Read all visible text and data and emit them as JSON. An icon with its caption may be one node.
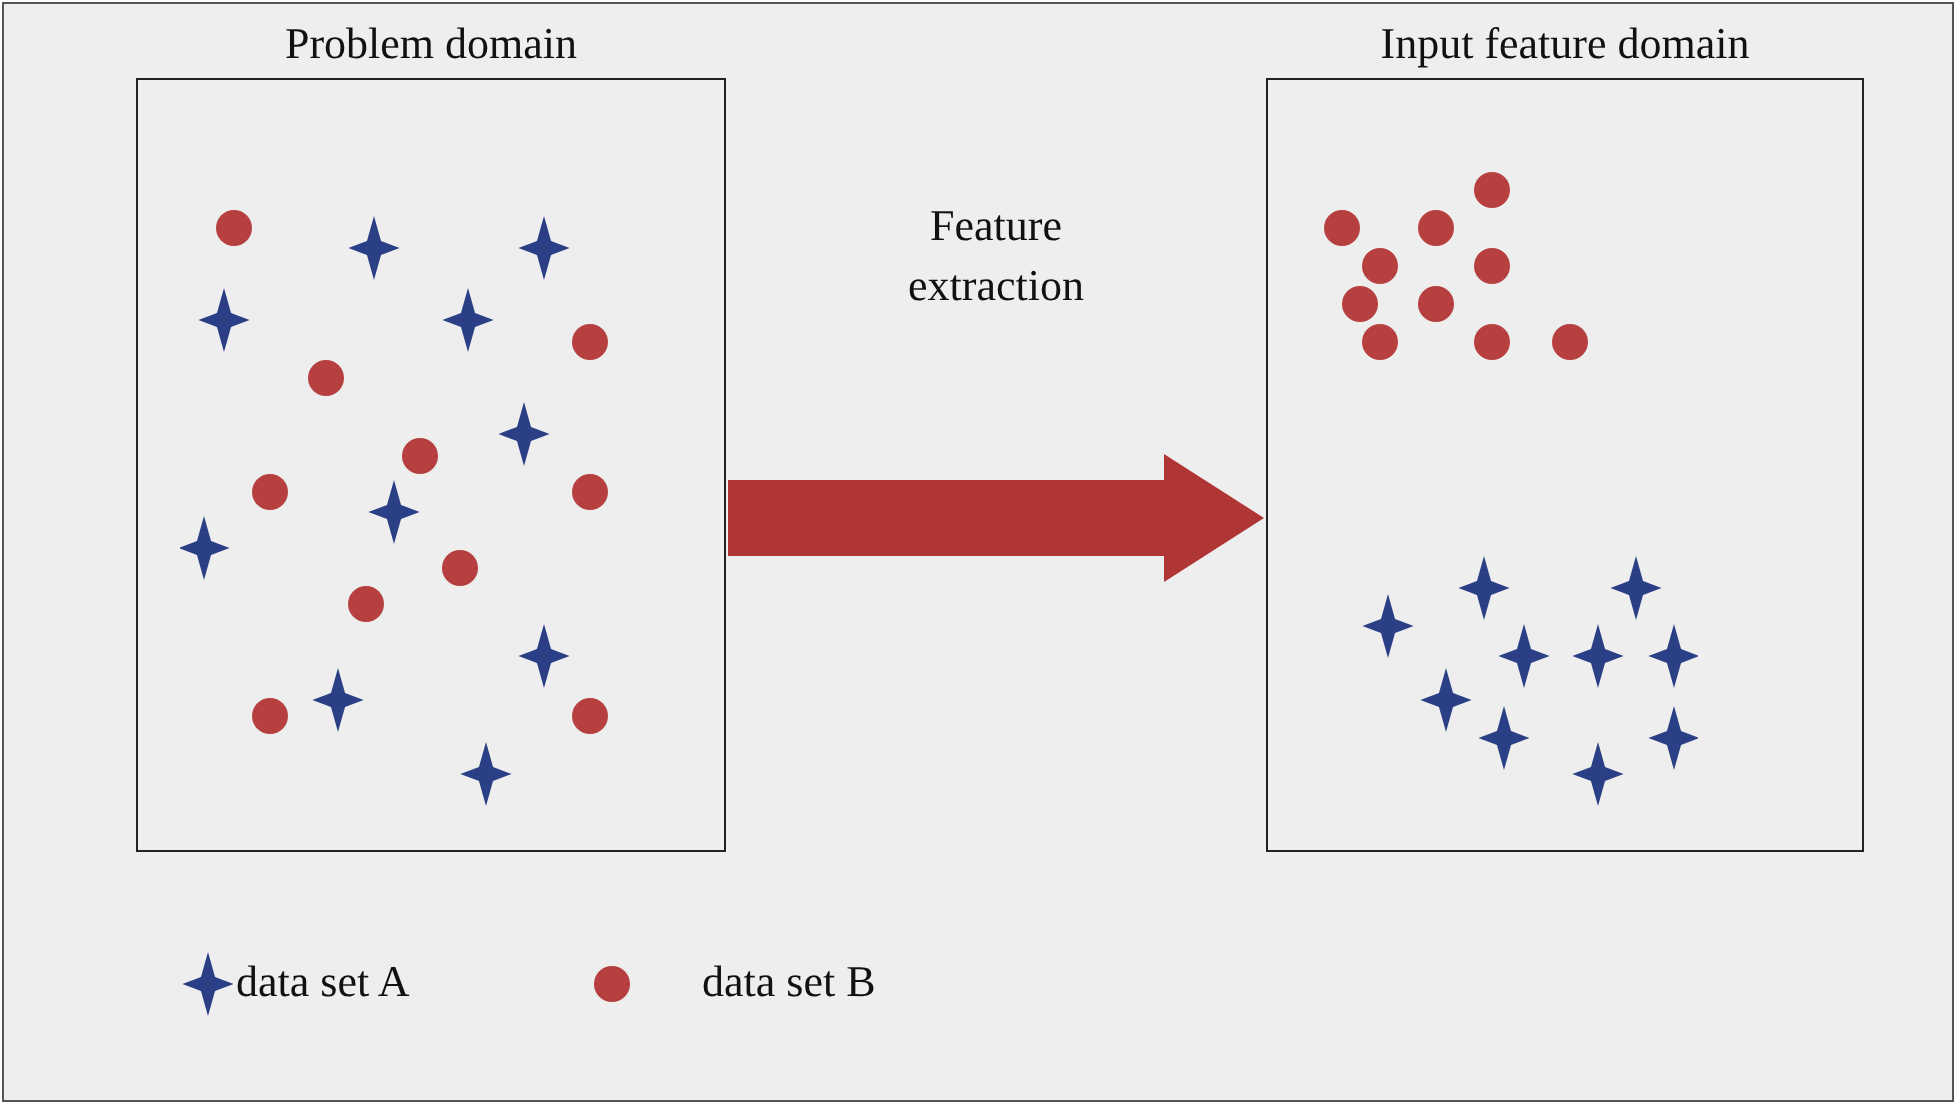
{
  "diagram": {
    "nodes": [
      {
        "text": [
          "Problem domain"
        ]
      },
      {
        "text": [
          "Input feature domain"
        ]
      }
    ],
    "edges": [
      {
        "from": 0,
        "to": 1,
        "arrow": "to",
        "label": "Feature extraction"
      }
    ],
    "legend": [
      {
        "text": "data set A"
      },
      {
        "text": "data set B"
      }
    ]
  }
}
